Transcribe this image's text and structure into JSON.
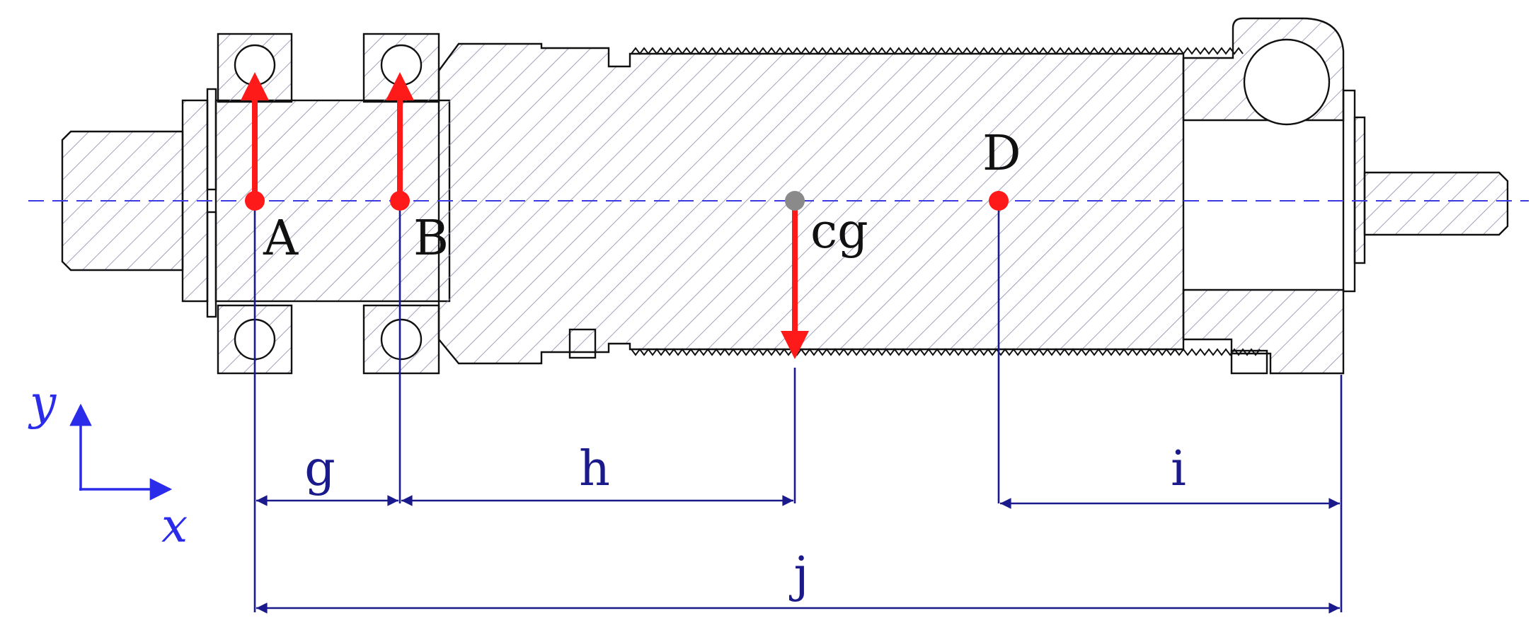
{
  "points": {
    "A": "A",
    "B": "B",
    "cg": "cg",
    "D": "D"
  },
  "dimensions": {
    "g": "g",
    "h": "h",
    "i": "i",
    "j": "j"
  },
  "axes": {
    "x": "x",
    "y": "y"
  },
  "colors": {
    "force": "#ff1a1a",
    "dimension": "#1a1a8c",
    "centerline": "#3a3ae0",
    "axes": "#2b2bea",
    "outline": "#111111"
  }
}
